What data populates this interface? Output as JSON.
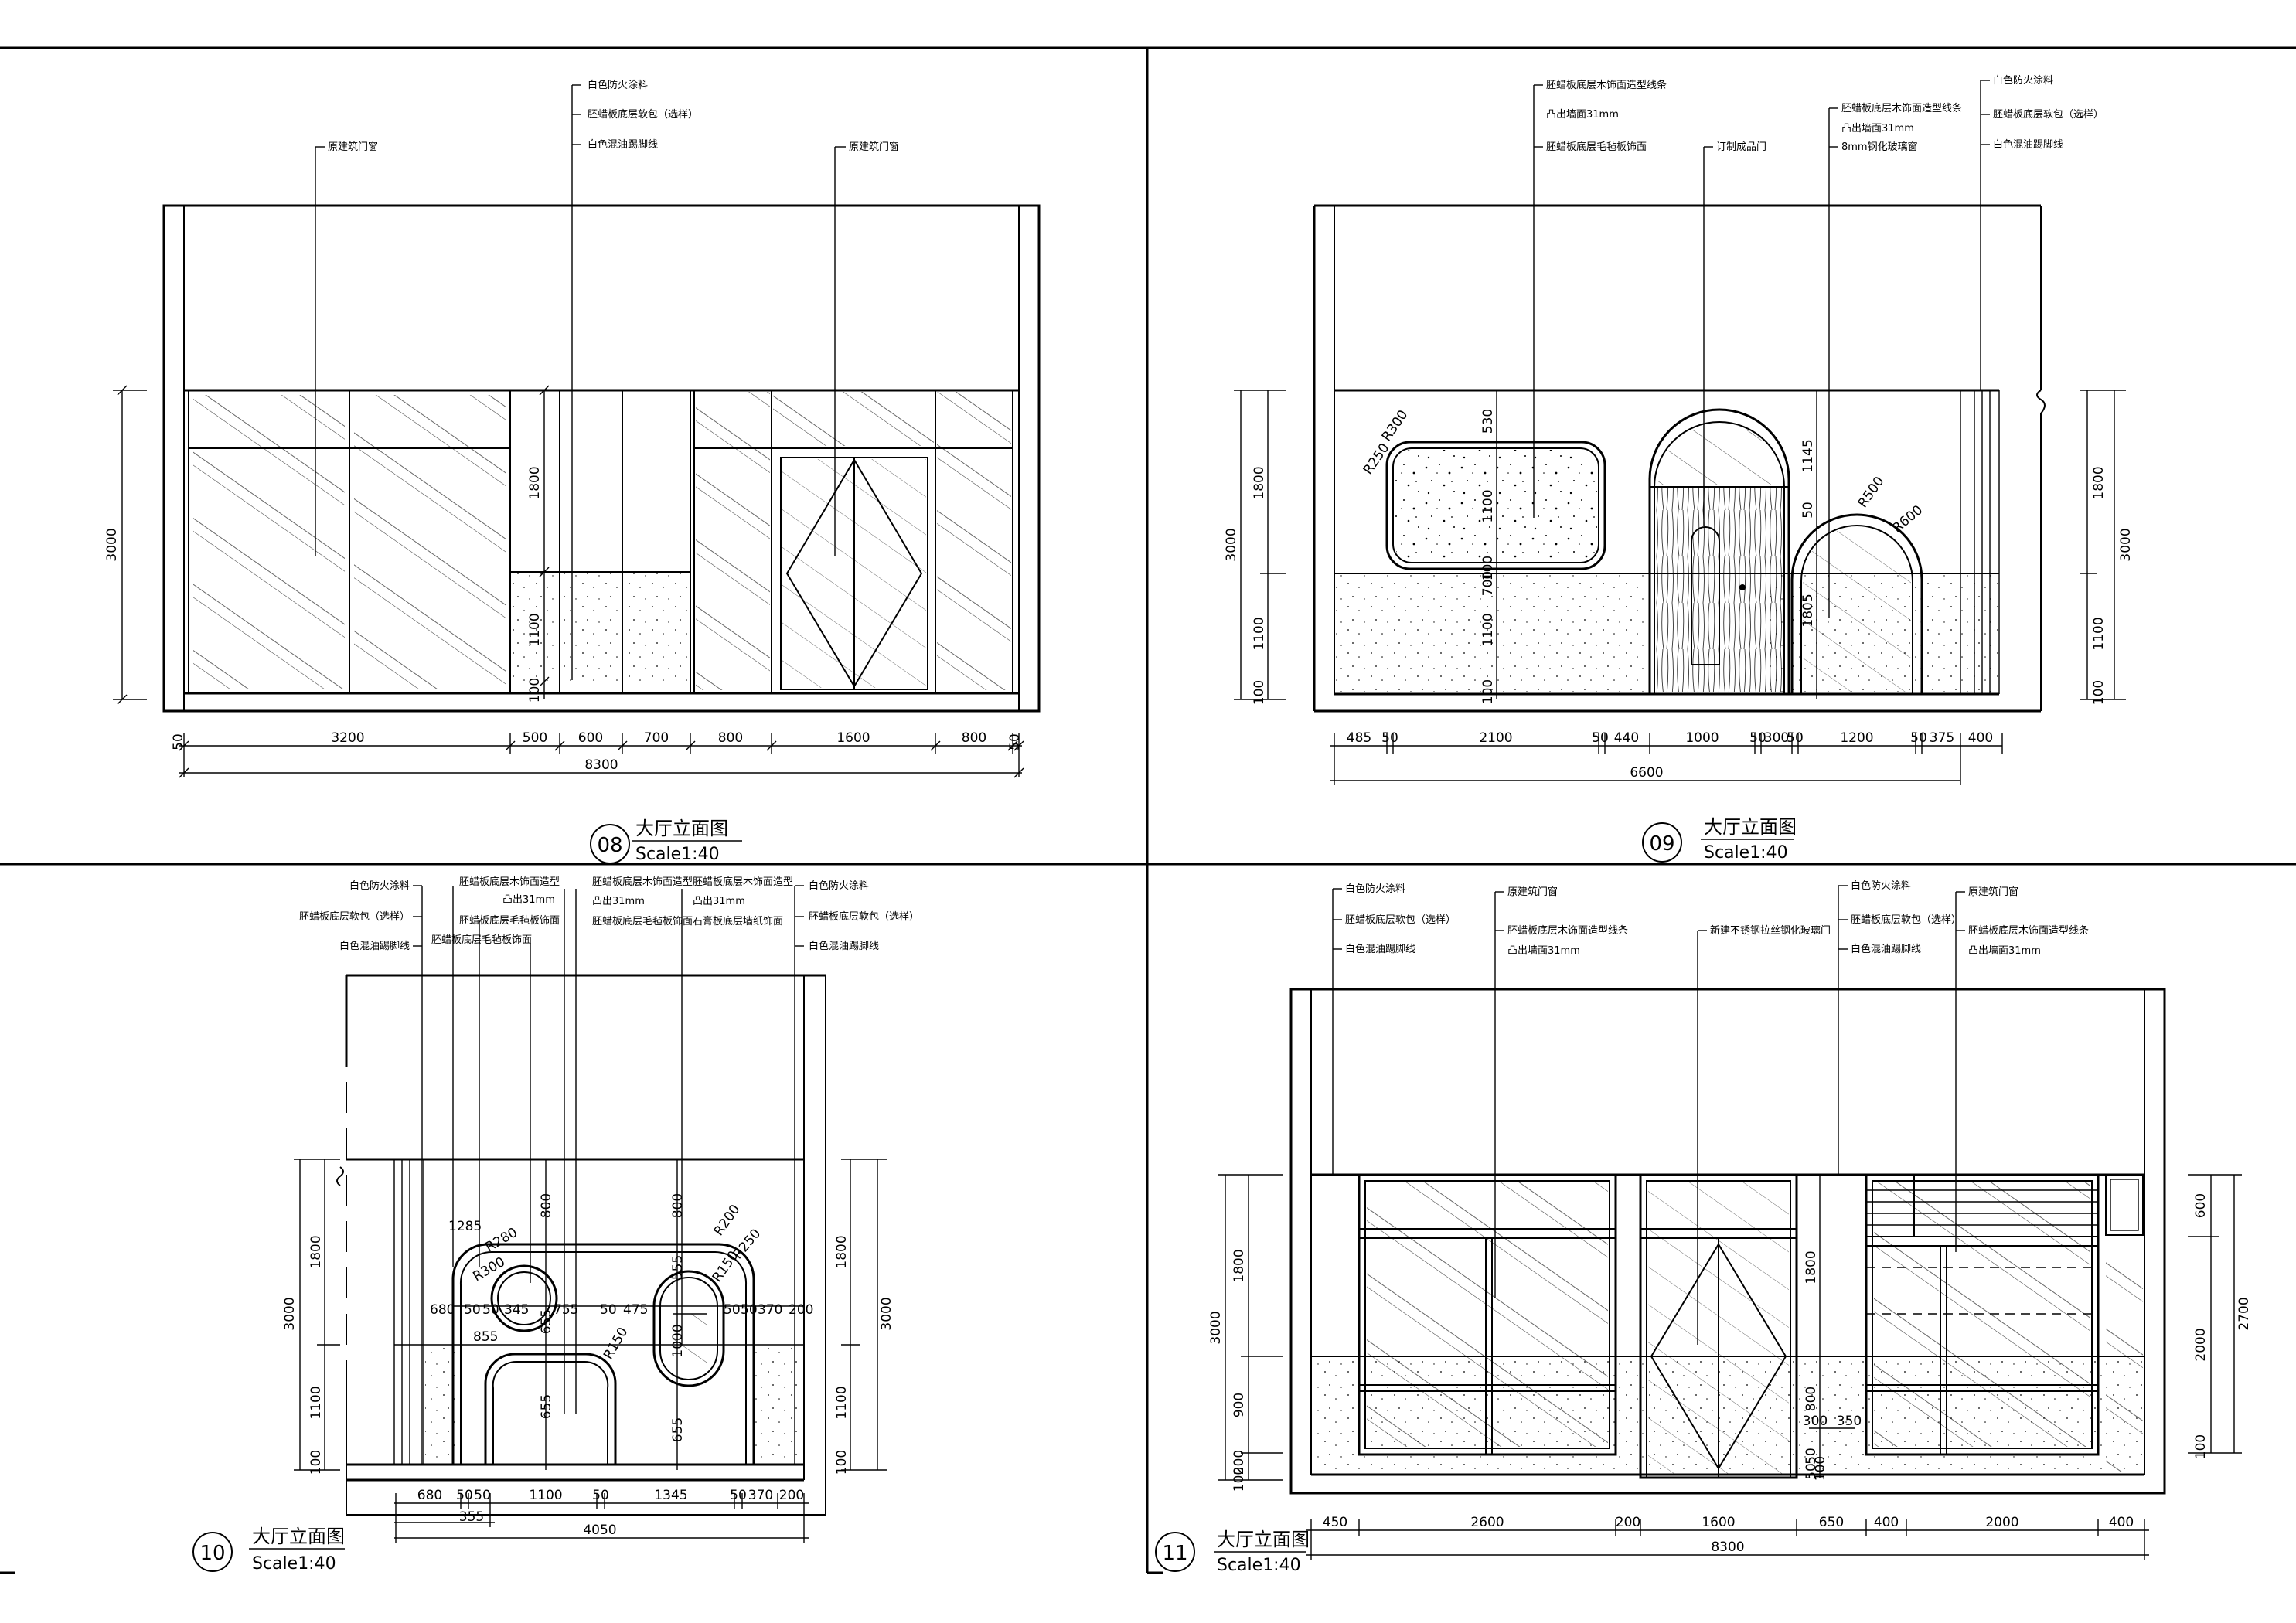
{
  "drawings": {
    "d08": {
      "number": "08",
      "title": "大厅立面图",
      "scale": "Scale1:40",
      "notes": [
        "白色防火涂料",
        "胚蜡板底层软包（选样）",
        "白色混油踢脚线",
        "原建筑门窗",
        "原建筑门窗"
      ],
      "dims_bottom": [
        "50",
        "3200",
        "500",
        "600",
        "700",
        "800",
        "1600",
        "800",
        "50"
      ],
      "total": "8300",
      "dims_left": [
        "3000"
      ],
      "dims_inner": [
        "1800",
        "1100",
        "100"
      ]
    },
    "d09": {
      "number": "09",
      "title": "大厅立面图",
      "scale": "Scale1:40",
      "notes": [
        "胚蜡板底层木饰面造型线条",
        "凸出墙面31mm",
        "胚蜡板底层毛毡板饰面",
        "订制成品门",
        "胚蜡板底层木饰面造型线条",
        "凸出墙面31mm",
        "8mm钢化玻璃窗",
        "白色防火涂料",
        "胚蜡板底层软包（选样）",
        "白色混油踢脚线"
      ],
      "dims_bottom": [
        "485",
        "50",
        "2100",
        "50",
        "440",
        "1000",
        "50",
        "300",
        "50",
        "1200",
        "50",
        "375",
        "400"
      ],
      "total": "6600",
      "dims_left": [
        "3000",
        "1800",
        "1100",
        "100"
      ],
      "dims_right": [
        "3000",
        "1800",
        "1100",
        "100"
      ],
      "dims_inner": [
        "530",
        "1100",
        "100",
        "700",
        "1100",
        "100",
        "1145",
        "50",
        "1805"
      ],
      "radii": [
        "R250",
        "R300",
        "R500",
        "R600"
      ]
    },
    "d10": {
      "number": "10",
      "title": "大厅立面图",
      "scale": "Scale1:40",
      "notes_left": [
        "白色防火涂料",
        "胚蜡板底层软包（选样）",
        "白色混油踢脚线"
      ],
      "notes_mid": [
        "胚蜡板底层木饰面造型",
        "凸出31mm",
        "胚蜡板底层毛毡板饰面",
        "胚蜡板底层毛毡板饰面"
      ],
      "notes_mid2": [
        "胚蜡板底层木饰面造型",
        "凸出31mm"
      ],
      "notes_mid3": [
        "胚蜡板底层木饰面造型",
        "凸出31mm",
        "石膏板底层墙纸饰面"
      ],
      "notes_right": [
        "白色防火涂料",
        "胚蜡板底层软包（选样）",
        "白色混油踢脚线"
      ],
      "dims_bottom": [
        "680",
        "50",
        "50",
        "1100",
        "50",
        "1345",
        "50",
        "370",
        "200"
      ],
      "sub": "355",
      "total": "4050",
      "dims_left": [
        "3000",
        "1800",
        "1100",
        "100"
      ],
      "dims_right": [
        "3000",
        "1800",
        "1100",
        "100"
      ],
      "inner_labels": [
        "1285",
        "R280",
        "R300",
        "R250",
        "R150",
        "R200",
        "680",
        "50",
        "50",
        "345",
        "755",
        "50",
        "475",
        "50",
        "50",
        "370",
        "200",
        "855",
        "655",
        "655",
        "555",
        "50",
        "655",
        "800",
        "800",
        "1000",
        "50",
        "R150"
      ]
    },
    "d11": {
      "number": "11",
      "title": "大厅立面图",
      "scale": "Scale1:40",
      "notes_left": [
        "白色防火涂料",
        "胚蜡板底层软包（选样）",
        "白色混油踢脚线"
      ],
      "notes_2": [
        "原建筑门窗",
        "胚蜡板底层木饰面造型线条",
        "凸出墙面31mm"
      ],
      "notes_3": [
        "新建不锈钢拉丝钢化玻璃门"
      ],
      "notes_4": [
        "白色防火涂料",
        "胚蜡板底层软包（选样）",
        "白色混油踢脚线"
      ],
      "notes_5": [
        "原建筑门窗",
        "胚蜡板底层木饰面造型线条",
        "凸出墙面31mm"
      ],
      "dims_bottom": [
        "450",
        "2600",
        "200",
        "1600",
        "650",
        "400",
        "2000",
        "400"
      ],
      "total": "8300",
      "dims_left": [
        "3000",
        "1800",
        "900",
        "200",
        "100"
      ],
      "dims_right": [
        "2700",
        "600",
        "2000",
        "100"
      ],
      "inner": [
        "800",
        "1800",
        "300",
        "350",
        "50",
        "50",
        "100"
      ]
    }
  }
}
